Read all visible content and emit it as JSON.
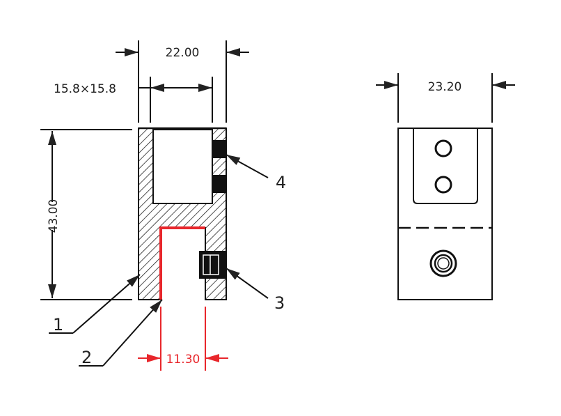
{
  "dimensions": {
    "overall_width": "22.00",
    "square_section": "15.8×15.8",
    "height": "43.00",
    "slot_width": "11.30",
    "side_width": "23.20"
  },
  "callouts": [
    "1",
    "2",
    "3",
    "4"
  ],
  "colors": {
    "line": "#111111",
    "highlight": "#e8262b"
  }
}
